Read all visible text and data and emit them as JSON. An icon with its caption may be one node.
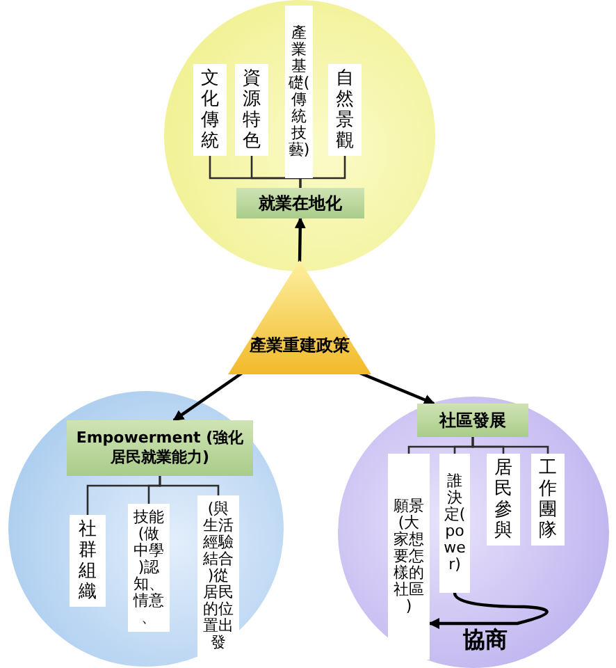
{
  "diagram": {
    "nodes": [
      {
        "text": [],
        "shape": "circle"
      },
      {
        "text": [
          "文化傳統"
        ],
        "in": 0
      },
      {
        "text": [
          "資源特色"
        ],
        "in": 0
      },
      {
        "text": [
          "產業基礎(傳統技藝)"
        ],
        "in": 0
      },
      {
        "text": [
          "自然景觀"
        ],
        "in": 0
      },
      {
        "text": [
          "就業在地化"
        ],
        "in": 0
      },
      {
        "text": [
          "產業重建政策"
        ]
      },
      {
        "text": [],
        "shape": "circle"
      },
      {
        "text": [
          "Empowerment (強化居民就業能力)"
        ],
        "in": 7
      },
      {
        "text": [
          "社群組織"
        ],
        "in": 7
      },
      {
        "text": [
          "技能(做中學)認知、情意、"
        ],
        "in": 7
      },
      {
        "text": [
          "(與生活經驗結合)從居民的位置出發"
        ],
        "in": 7
      },
      {
        "text": [],
        "shape": "circle"
      },
      {
        "text": [
          "社區發展"
        ],
        "in": 12
      },
      {
        "text": [
          "願景(大家想要怎樣的社區)"
        ],
        "in": 12
      },
      {
        "text": [
          "誰決定(power)"
        ],
        "in": 12
      },
      {
        "text": [
          "居民參與"
        ],
        "in": 12
      },
      {
        "text": [
          "工作團隊"
        ],
        "in": 12
      }
    ],
    "edges": [
      {
        "from": 6,
        "to": 5,
        "arrow": "to"
      },
      {
        "from": 6,
        "to": 8,
        "arrow": "to"
      },
      {
        "from": 6,
        "to": 13,
        "arrow": "to"
      },
      {
        "from": 5,
        "to": 1,
        "arrow": "none"
      },
      {
        "from": 5,
        "to": 2,
        "arrow": "none"
      },
      {
        "from": 5,
        "to": 3,
        "arrow": "none"
      },
      {
        "from": 5,
        "to": 4,
        "arrow": "none"
      },
      {
        "from": 8,
        "to": 9,
        "arrow": "none"
      },
      {
        "from": 8,
        "to": 10,
        "arrow": "none"
      },
      {
        "from": 8,
        "to": 11,
        "arrow": "none"
      },
      {
        "from": 13,
        "to": 14,
        "arrow": "none"
      },
      {
        "from": 13,
        "to": 15,
        "arrow": "none"
      },
      {
        "from": 13,
        "to": 16,
        "arrow": "none"
      },
      {
        "from": 13,
        "to": 17,
        "arrow": "none"
      },
      {
        "from": 15,
        "to": 14,
        "arrow": "to",
        "label": "協商"
      }
    ]
  }
}
